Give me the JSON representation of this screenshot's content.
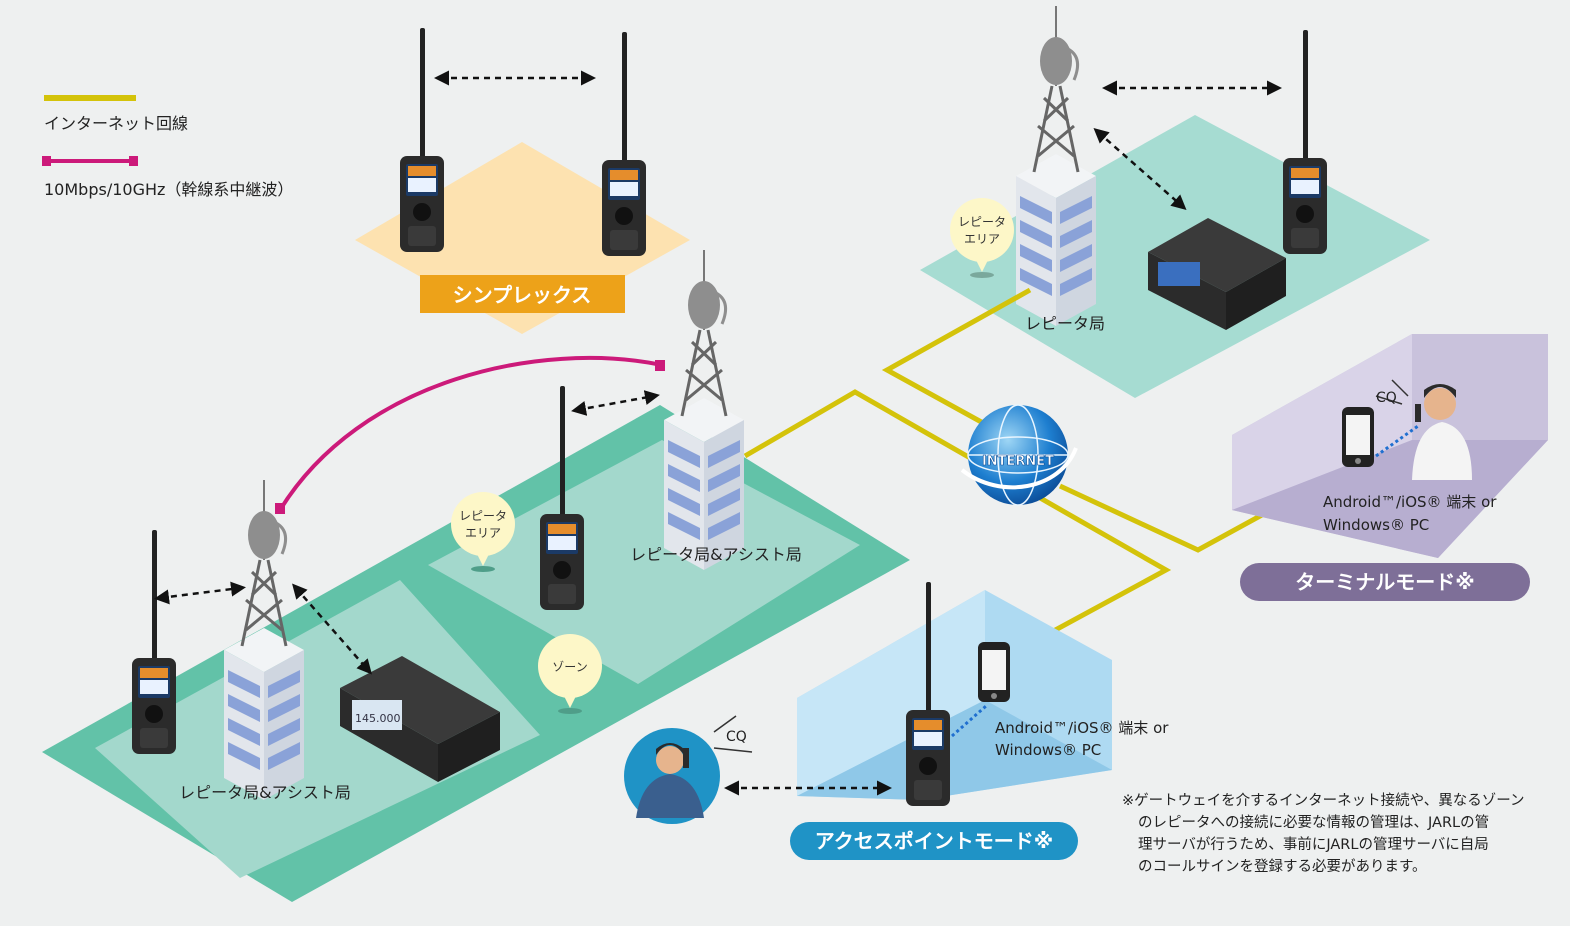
{
  "legend": {
    "internet_label": "インターネット回線",
    "microwave_label": "10Mbps/10GHz（幹線系中継波）"
  },
  "simplex": {
    "tag": "シンプレックス"
  },
  "repeater_top": {
    "bubble": [
      "レピータ",
      "エリア"
    ],
    "label": "レピータ局"
  },
  "zone_center": {
    "bubble": [
      "レピータ",
      "エリア"
    ],
    "label": "レピータ局&アシスト局"
  },
  "zone_left": {
    "label": "レピータ局&アシスト局"
  },
  "zone_bubble": "ゾーン",
  "internet": {
    "label": "INTERNET"
  },
  "terminal": {
    "cq": "CQ",
    "device_line1": "Android™/iOS® 端末 or",
    "device_line2": "Windows® PC",
    "tag": "ターミナルモード※"
  },
  "access_point": {
    "cq": "CQ",
    "device_line1": "Android™/iOS® 端末 or",
    "device_line2": "Windows® PC",
    "tag": "アクセスポイントモード※"
  },
  "radio_display": "145.000",
  "note": {
    "line1": "※ゲートウェイを介するインターネット接続や、異なるゾーン",
    "line2": "のレピータへの接続に必要な情報の管理は、JARLの管",
    "line3": "理サーバが行うため、事前にJARLの管理サーバに自局",
    "line4": "のコールサインを登録する必要があります。"
  },
  "colors": {
    "internet_line": "#d4c30a",
    "microwave_line": "#cc1a7a",
    "simplex_ground": "#fde2b0",
    "simplex_tag": "#eda219",
    "zone_outer": "#62c2a8",
    "zone_inner": "#a3d8cc",
    "repeater_ground": "#a6dcd2",
    "terminal_room": "#c9c2dc",
    "terminal_tag": "#7e6f98",
    "access_room": "#aedaf2",
    "access_tag": "#1f93c6"
  }
}
